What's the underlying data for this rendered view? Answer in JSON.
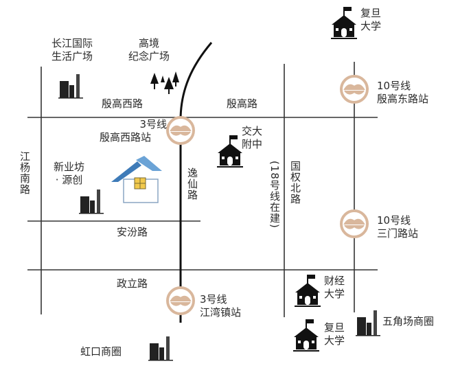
{
  "colors": {
    "road": "#333333",
    "metro_line": "#111111",
    "metro_icon": "#d9b79c",
    "house_roof": "#3e7bb8",
    "window": "#f2c94c"
  },
  "roads": {
    "yingao_west": "殷高西路",
    "yingao": "殷高路",
    "jiangyang_south": "江杨南路",
    "yixian": "逸仙路",
    "guoquan_north": "国权北路",
    "line18": "(18号线在建)",
    "anfen": "安汾路",
    "zhengli": "政立路"
  },
  "stations": [
    {
      "line": "3号线",
      "name": "殷高西路站"
    },
    {
      "line": "10号线",
      "name": "殷高东路站"
    },
    {
      "line": "10号线",
      "name": "三门路站"
    },
    {
      "line": "3号线",
      "name": "江湾镇站"
    }
  ],
  "landmarks": {
    "changjiang": [
      "长江国际",
      "生活广场"
    ],
    "gaojing": [
      "高境",
      "纪念广场"
    ],
    "xinyefang": [
      "新业坊",
      "· 源创"
    ],
    "fudan_top": [
      "复旦",
      "大学"
    ],
    "jiaoda": [
      "交大",
      "附中"
    ],
    "caijing": [
      "财经",
      "大学"
    ],
    "fudan_bottom": [
      "复旦",
      "大学"
    ],
    "wujiaochang": "五角场商圈",
    "hongkou": "虹口商圈"
  }
}
